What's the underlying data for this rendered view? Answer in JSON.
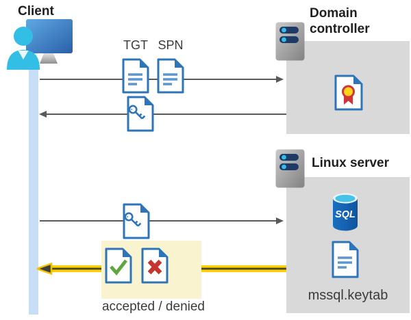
{
  "diagram": {
    "client": {
      "label": "Client"
    },
    "domain_controller": {
      "label": "Domain controller"
    },
    "linux_server": {
      "label": "Linux server",
      "sql_label": "SQL",
      "keytab_label": "mssql.keytab"
    },
    "tickets": {
      "tgt_label": "TGT",
      "spn_label": "SPN"
    },
    "result_label": "accepted / denied",
    "colors": {
      "doc_blue": "#2e74b8",
      "doc_line_blue": "#5b96d1",
      "timeline_blue": "#c8def7",
      "box_gray": "#d9d9d9",
      "arrow_gray": "#595959",
      "highlight_yellow_bg": "#faf3d0",
      "arrow_yellow": "#ffd100",
      "check_green": "#5ea73c",
      "cross_red": "#c5352c",
      "sql_blue": "#1365b4",
      "person_cyan": "#33bee5",
      "server_bar_navy": "#1e3a66"
    }
  }
}
